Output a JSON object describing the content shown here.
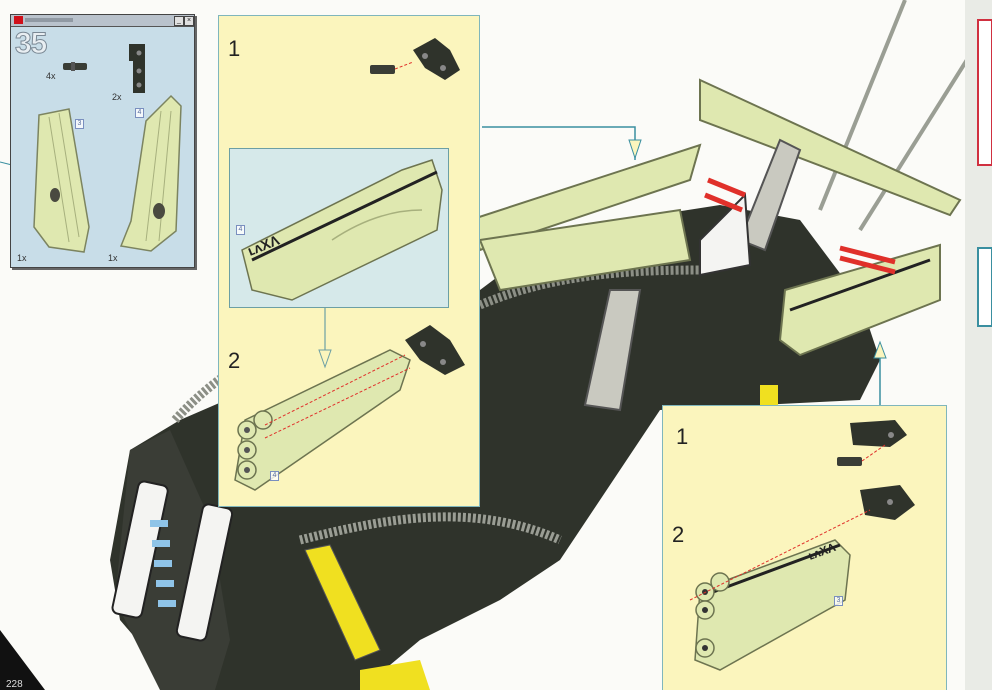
{
  "parts_list": {
    "step_number": "35",
    "items": [
      {
        "quantity": "4x",
        "icon": "axle-pin-icon"
      },
      {
        "quantity": "2x",
        "icon": "beam-bent-icon"
      },
      {
        "quantity": "1x",
        "badge": "3",
        "icon": "panel-left-icon"
      },
      {
        "quantity": "1x",
        "badge": "4",
        "icon": "panel-right-icon"
      }
    ]
  },
  "callout_left": {
    "steps": [
      {
        "label": "1"
      },
      {
        "label": "2"
      }
    ],
    "inner_badge": "4",
    "step2_badge": "4"
  },
  "callout_right": {
    "steps": [
      {
        "label": "1"
      },
      {
        "label": "2"
      }
    ],
    "part_badge": "3"
  },
  "page_number": "228",
  "colors": {
    "callout_bg": "#fbf5bd",
    "inner_bg": "#d6e9ea",
    "parts_bg": "#c8dde8",
    "panel_green": "#dfe8b0",
    "brick_dark": "#2d3128",
    "axle_red": "#e0302a",
    "accent_yellow": "#f0e020"
  }
}
